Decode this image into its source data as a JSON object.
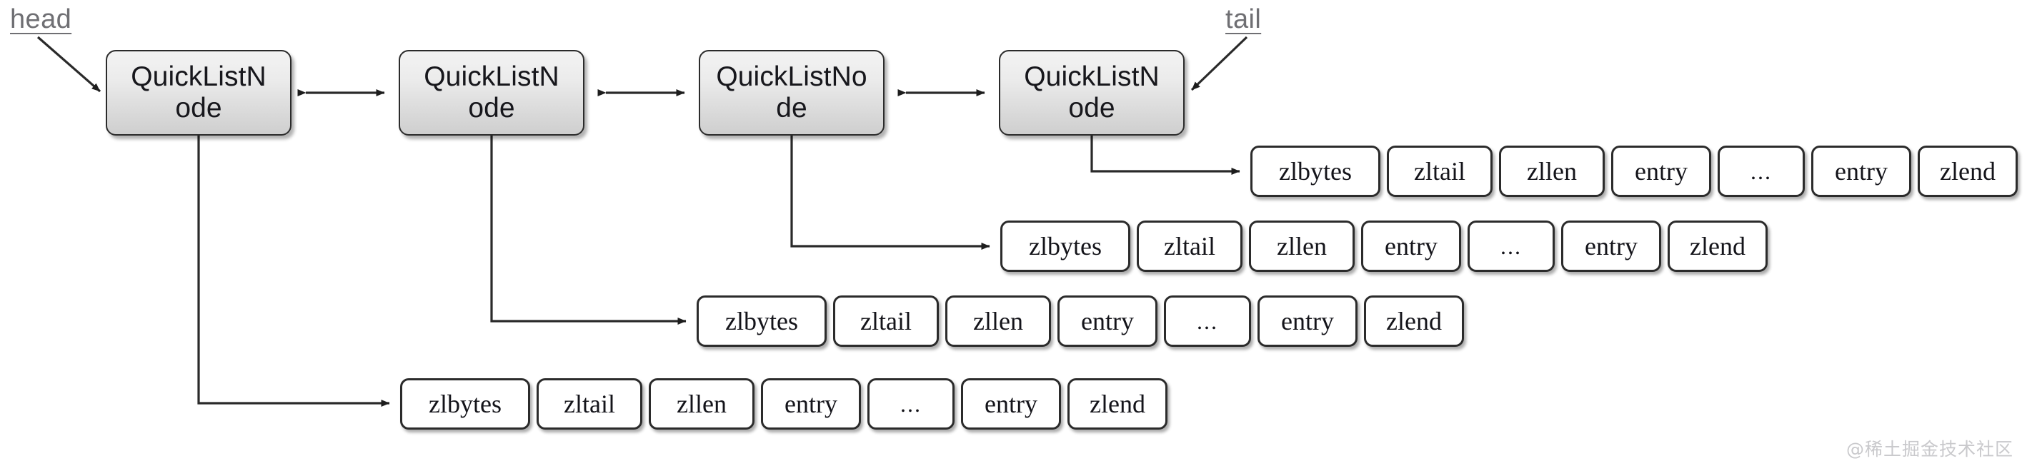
{
  "diagram": {
    "title": "Redis QuickList structure",
    "background_color": "#ffffff",
    "node_fill_top": "#f3f3f3",
    "node_fill_bottom": "#cfcfcf",
    "node_border_color": "#2b2b2b",
    "cell_fill": "#ffffff",
    "cell_border_color": "#2b2b2b",
    "label_color": "#6f6f73",
    "watermark_color": "#c9c9cc"
  },
  "labels": {
    "head": "head",
    "tail": "tail"
  },
  "nodes": [
    {
      "id": "node-1",
      "line1": "QuickListN",
      "line2": "ode"
    },
    {
      "id": "node-2",
      "line1": "QuickListN",
      "line2": "ode"
    },
    {
      "id": "node-3",
      "line1": "QuickListNo",
      "line2": "de"
    },
    {
      "id": "node-4",
      "line1": "QuickListN",
      "line2": "ode"
    }
  ],
  "ziplists": [
    {
      "id": "ziplist-1",
      "owner": "node-4",
      "cells": [
        "zlbytes",
        "zltail",
        "zllen",
        "entry",
        "...",
        "entry",
        "zlend"
      ]
    },
    {
      "id": "ziplist-2",
      "owner": "node-3",
      "cells": [
        "zlbytes",
        "zltail",
        "zllen",
        "entry",
        "...",
        "entry",
        "zlend"
      ]
    },
    {
      "id": "ziplist-3",
      "owner": "node-2",
      "cells": [
        "zlbytes",
        "zltail",
        "zllen",
        "entry",
        "...",
        "entry",
        "zlend"
      ]
    },
    {
      "id": "ziplist-4",
      "owner": "node-1",
      "cells": [
        "zlbytes",
        "zltail",
        "zllen",
        "entry",
        "...",
        "entry",
        "zlend"
      ]
    }
  ],
  "watermark": "@稀土掘金技术社区"
}
